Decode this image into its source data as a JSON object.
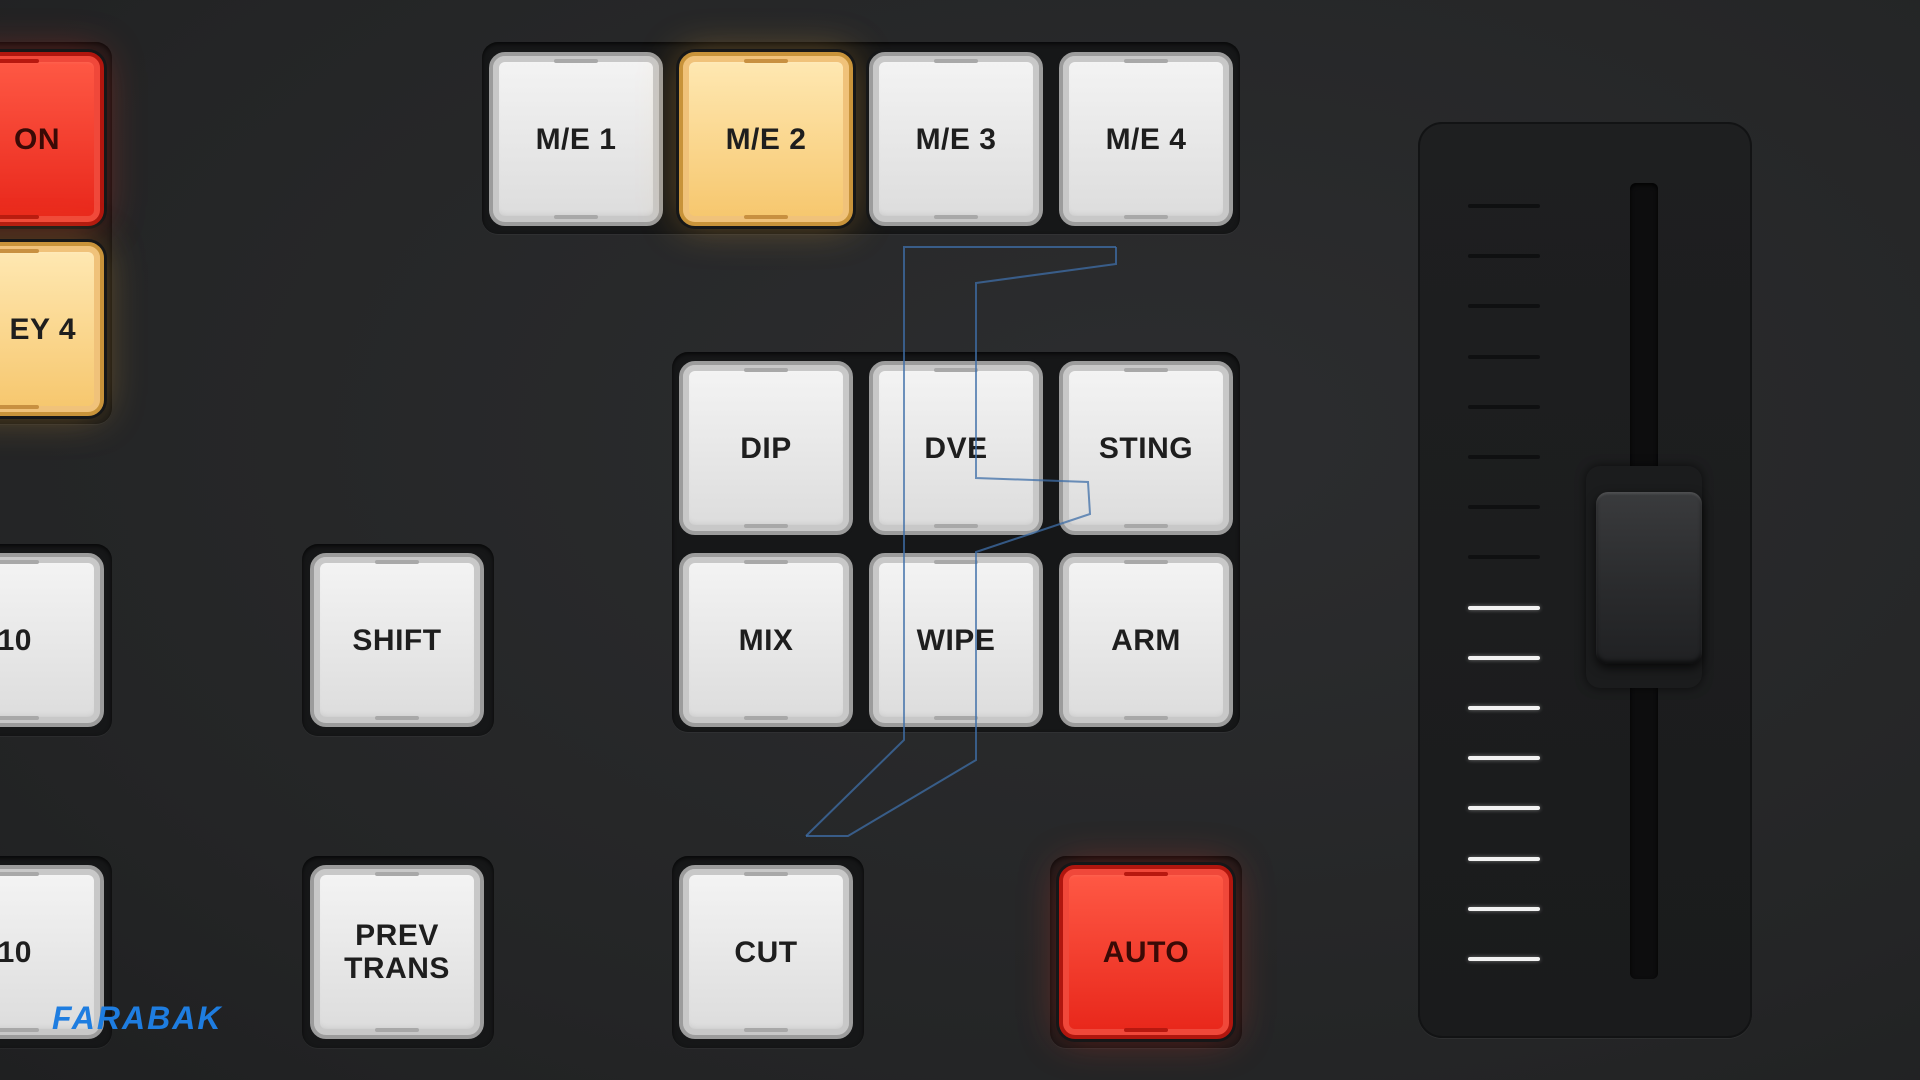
{
  "left_column": {
    "top_red_label": "ON",
    "key4_label": "EY 4",
    "mid_label": "10",
    "bottom_label": "10"
  },
  "me_row": {
    "me1": "M/E 1",
    "me2": "M/E 2",
    "me3": "M/E 3",
    "me4": "M/E 4",
    "active": "M/E 2"
  },
  "transition_types": {
    "dip": "DIP",
    "dve": "DVE",
    "sting": "STING",
    "mix": "MIX",
    "wipe": "WIPE",
    "arm": "ARM"
  },
  "controls": {
    "shift": "SHIFT",
    "prev_trans_line1": "PREV",
    "prev_trans_line2": "TRANS",
    "cut": "CUT",
    "auto": "AUTO"
  },
  "tbar": {
    "lit_ticks": 8,
    "total_ticks": 16
  },
  "watermark": "FARABAK",
  "colors": {
    "lit_amber": "#f6c66c",
    "lit_red": "#e8261a",
    "unlit": "#dcdcdc",
    "panel": "#262728",
    "watermark": "#1e7de0"
  }
}
